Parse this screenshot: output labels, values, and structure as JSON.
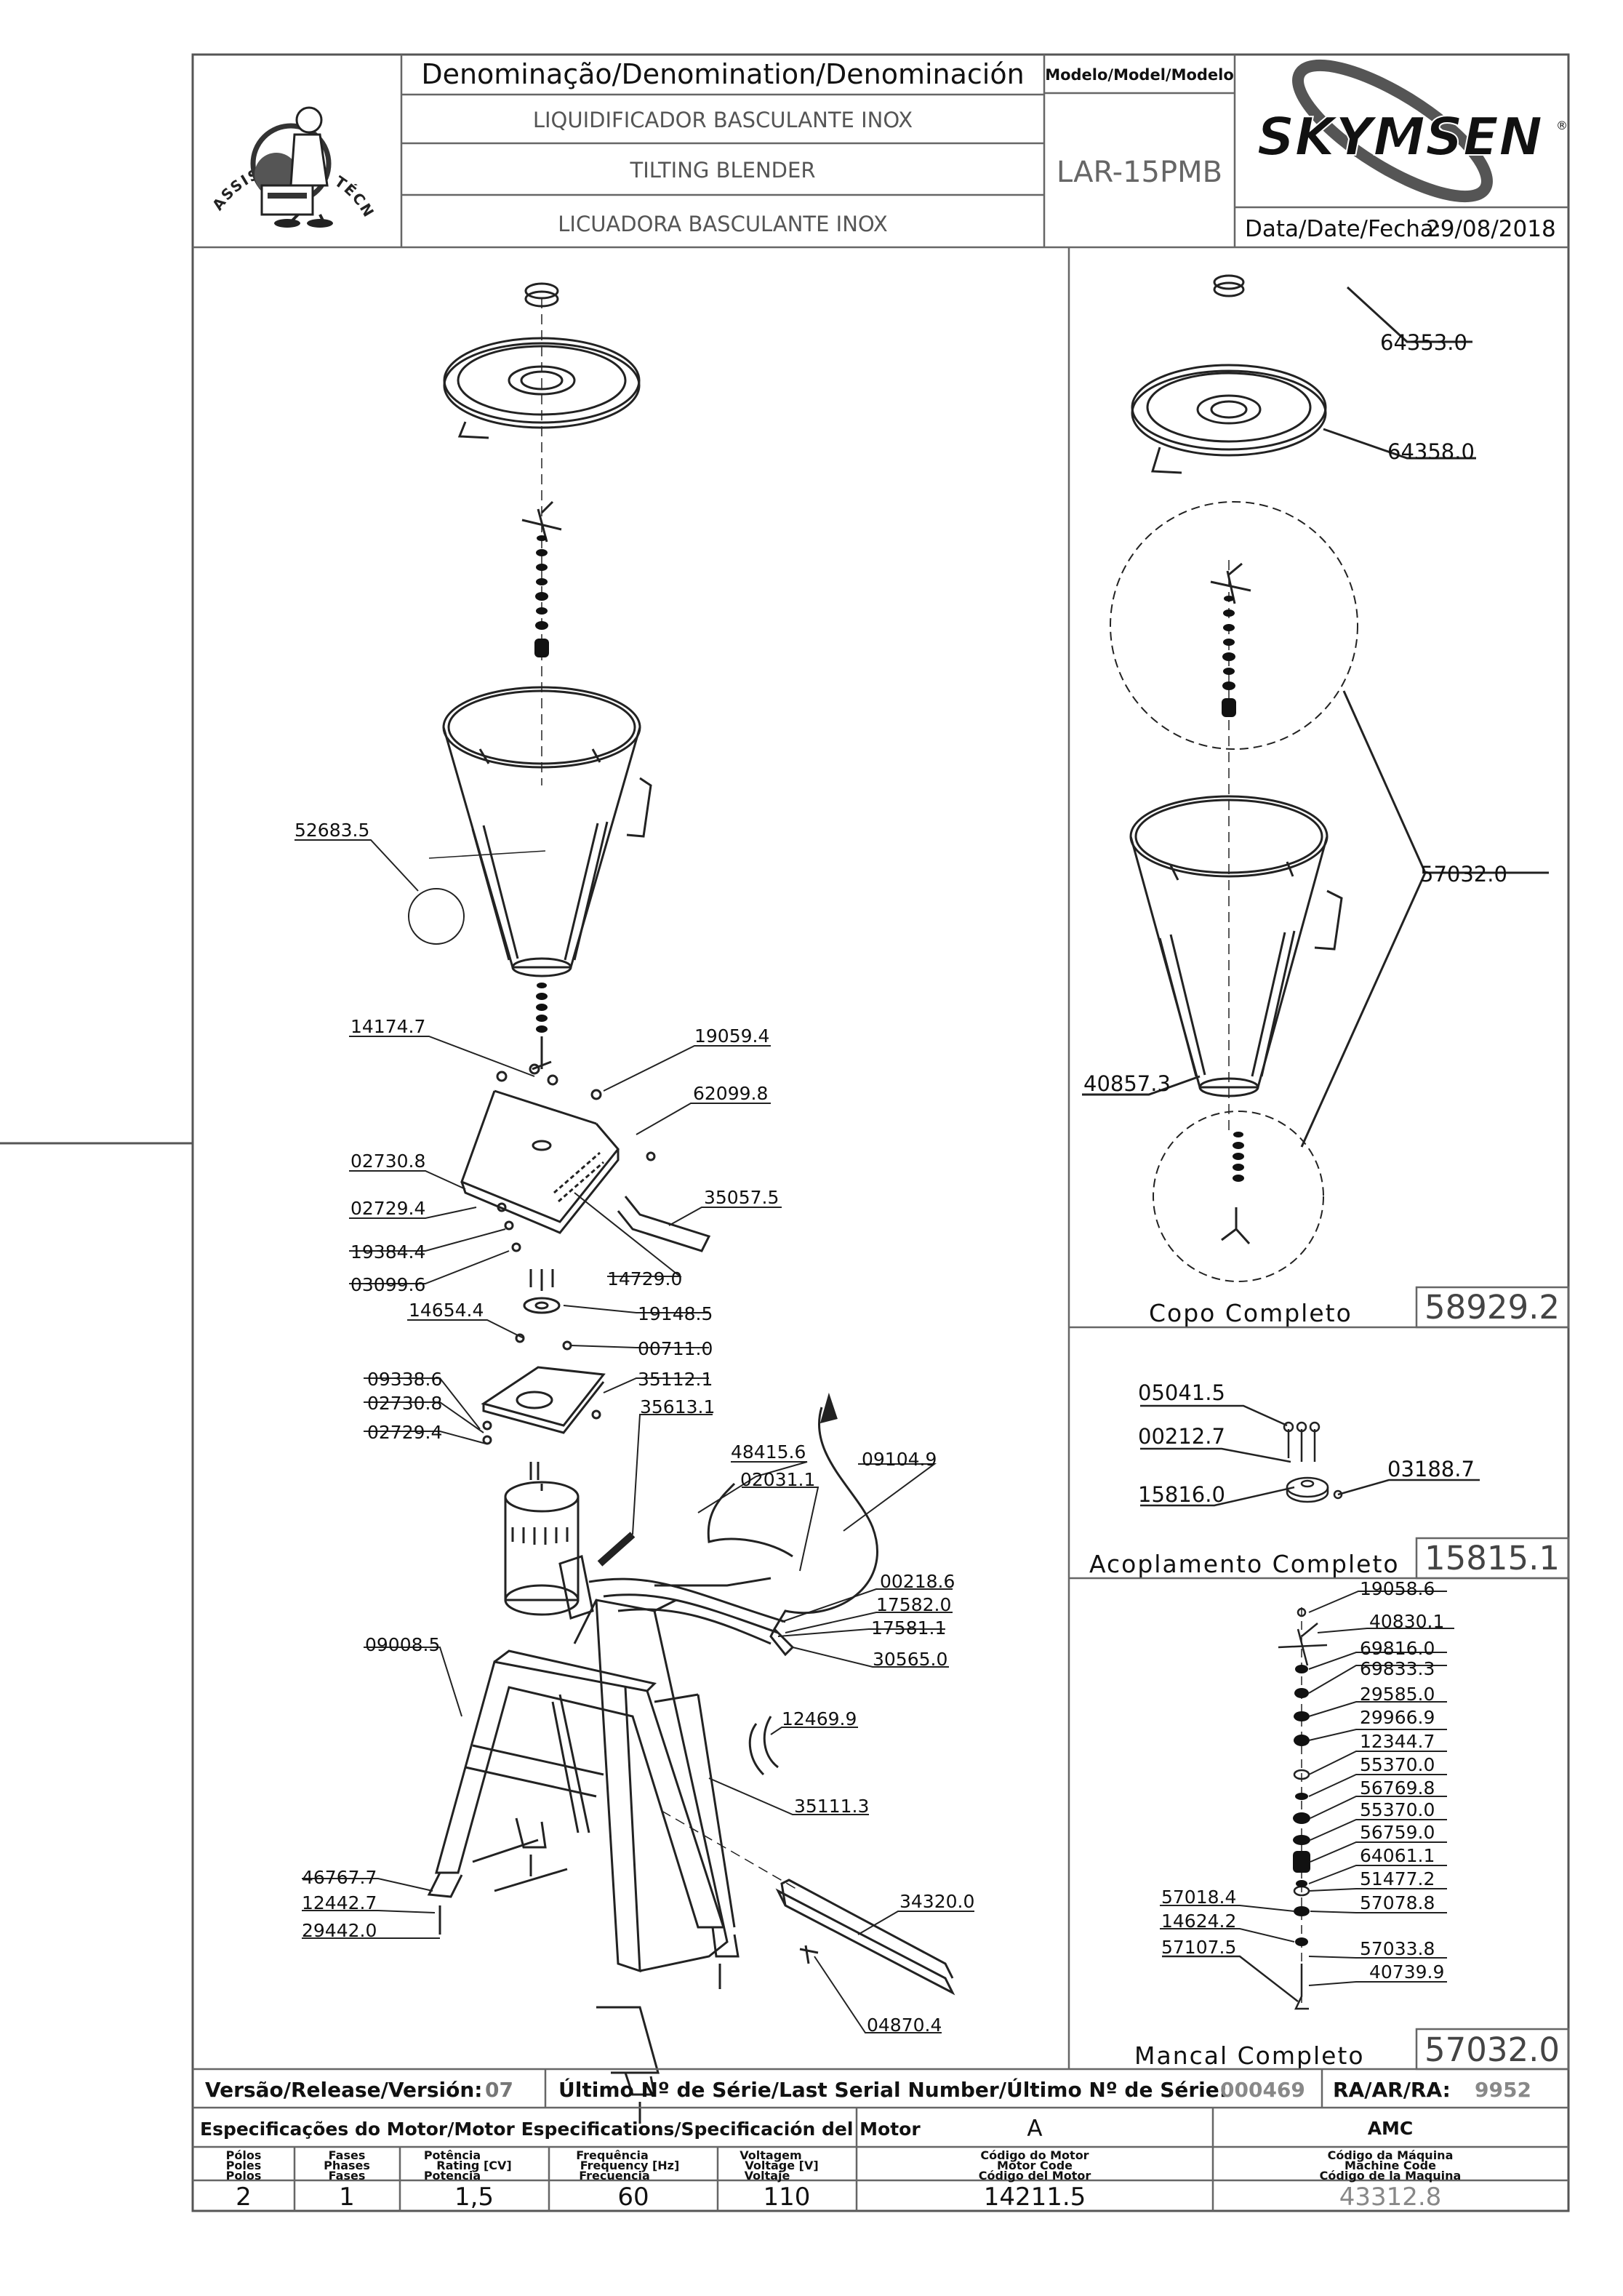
{
  "header": {
    "denomination_title": "Denominação/Denomination/Denominación",
    "name_pt": "LIQUIDIFICADOR BASCULANTE INOX",
    "name_en": "TILTING BLENDER",
    "name_es": "LICUADORA BASCULANTE INOX",
    "model_title": "Modelo/Model/Modelo",
    "model_value": "LAR-15PMB",
    "brand": "SKYMSEN",
    "date_label": "Data/Date/Fecha:",
    "date_value": "29/08/2018",
    "badge_text": "ASSISTÊNCIA TÉCNICA AUTORIZADA"
  },
  "main_parts": {
    "p52683_5": "52683.5",
    "p14174_7": "14174.7",
    "p19059_4": "19059.4",
    "p62099_8": "62099.8",
    "p02730_8a": "02730.8",
    "p02729_4a": "02729.4",
    "p35057_5": "35057.5",
    "p19384_4": "19384.4",
    "p03099_6": "03099.6",
    "p14729_0": "14729.0",
    "p14654_4": "14654.4",
    "p19148_5": "19148.5",
    "p00711_0": "00711.0",
    "p09338_6": "09338.6",
    "p02730_8b": "02730.8",
    "p02729_4b": "02729.4",
    "p35112_1": "35112.1",
    "p35613_1": "35613.1",
    "p48415_6": "48415.6",
    "p02031_1": "02031.1",
    "p09104_9": "09104.9",
    "p00218_6": "00218.6",
    "p17582_0": "17582.0",
    "p17581_1": "17581.1",
    "p30565_0": "30565.0",
    "p09008_5": "09008.5",
    "p12469_9": "12469.9",
    "p35111_3": "35111.3",
    "p34320_0": "34320.0",
    "p46767_7": "46767.7",
    "p12442_7": "12442.7",
    "p29442_0": "29442.0",
    "p04870_4": "04870.4"
  },
  "copo": {
    "p64353_0": "64353.0",
    "p64358_0": "64358.0",
    "p57032_0": "57032.0",
    "p40857_3": "40857.3",
    "title": "Copo Completo",
    "code": "58929.2"
  },
  "acoplamento": {
    "p05041_5": "05041.5",
    "p00212_7": "00212.7",
    "p03188_7": "03188.7",
    "p15816_0": "15816.0",
    "title": "Acoplamento Completo",
    "code": "15815.1"
  },
  "mancal": {
    "right_labels": [
      "19058.6",
      "40830.1",
      "69816.0",
      "69833.3",
      "29585.0",
      "29966.9",
      "12344.7",
      "55370.0",
      "56769.8",
      "55370.0",
      "56759.0",
      "64061.1",
      "51477.2",
      "57078.8",
      "57033.8",
      "40739.9"
    ],
    "left_labels": [
      "57018.4",
      "14624.2",
      "57107.5"
    ],
    "title": "Mancal Completo",
    "code": "57032.0"
  },
  "release_bar": {
    "version_label": "Versão/Release/Versión:",
    "version_value": "07",
    "serial_label": "Último Nº de Série/Last Serial Number/Último Nº de Série:",
    "serial_value": "000469",
    "ra_label": "RA/AR/RA:",
    "ra_value": "9952"
  },
  "motor_spec": {
    "title": "Especificações do Motor/Motor Especifications/Specificación del Motor",
    "col_a": "A",
    "col_amc": "AMC",
    "poles": [
      "Pólos",
      "Poles",
      "Polos"
    ],
    "phases": [
      "Fases",
      "Phases",
      "Fases"
    ],
    "power": [
      "Potência",
      "Rating [CV]",
      "Potencia"
    ],
    "frequency": [
      "Frequência",
      "Frequency [Hz]",
      "Frecuencia"
    ],
    "voltage": [
      "Voltagem",
      "Voltage [V]",
      "Voltaje"
    ],
    "motor_code": [
      "Código do Motor",
      "Motor Code",
      "Código del Motor"
    ],
    "machine_code": [
      "Código da Máquina",
      "Machine Code",
      "Código de la Maquina"
    ],
    "values": {
      "poles": "2",
      "phases": "1",
      "power": "1,5",
      "frequency": "60",
      "voltage": "110",
      "motor_code": "14211.5",
      "machine_code": "43312.8"
    }
  }
}
